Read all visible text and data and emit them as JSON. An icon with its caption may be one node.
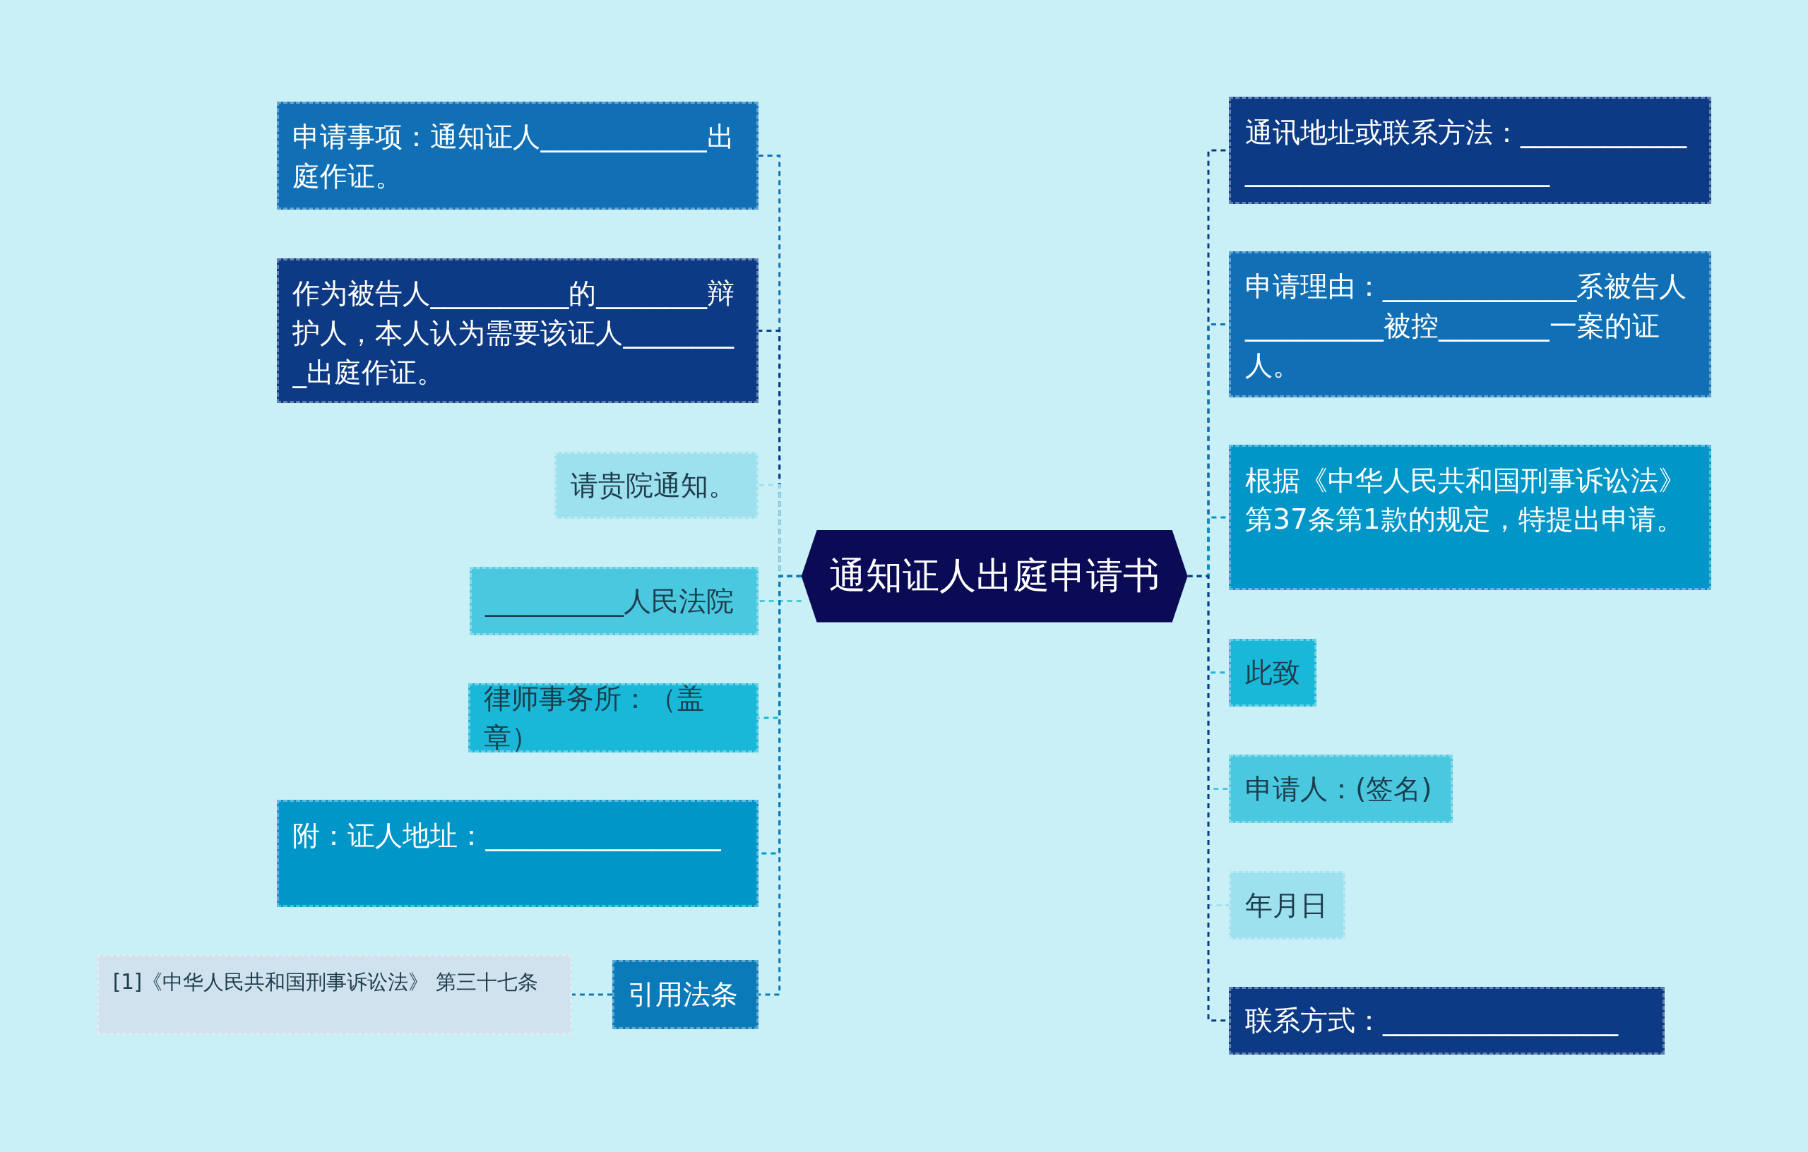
{
  "diagram": {
    "nodes": [
      {
        "text": [
          "通知证人出庭申请书"
        ]
      },
      {
        "text": [
          "申请事项：通知证人____________出庭作证。"
        ]
      },
      {
        "text": [
          "作为被告人__________的________辩护人，本人认为需要该证人_________出庭作证。"
        ]
      },
      {
        "text": [
          "请贵院通知。"
        ]
      },
      {
        "text": [
          "__________人民法院"
        ]
      },
      {
        "text": [
          "律师事务所：（盖章）"
        ]
      },
      {
        "text": [
          "附：证人地址：_________________"
        ]
      },
      {
        "text": [
          "引用法条"
        ]
      },
      {
        "text": [
          "[1]《中华人民共和国刑事诉讼法》 第三十七条"
        ]
      },
      {
        "text": [
          "通讯地址或联系方法：__________________________________"
        ]
      },
      {
        "text": [
          "申请理由：______________系被告人__________被控________一案的证人。"
        ]
      },
      {
        "text": [
          "根据《中华人民共和国刑事诉讼法》第37条第1款的规定，特提出申请。"
        ]
      },
      {
        "text": [
          "此致"
        ]
      },
      {
        "text": [
          "申请人：(签名)"
        ]
      },
      {
        "text": [
          "年月日"
        ]
      },
      {
        "text": [
          "联系方式：_________________"
        ]
      }
    ],
    "edges": [
      {
        "from": 0,
        "to": 1,
        "arrow": "none",
        "style": "dashed",
        "color": "#1170b5"
      },
      {
        "from": 0,
        "to": 2,
        "arrow": "none",
        "style": "dashed",
        "color": "#0d3a85"
      },
      {
        "from": 0,
        "to": 3,
        "arrow": "none",
        "style": "dashed",
        "color": "#9de0ee"
      },
      {
        "from": 0,
        "to": 4,
        "arrow": "none",
        "style": "dashed",
        "color": "#4ac8e0"
      },
      {
        "from": 0,
        "to": 5,
        "arrow": "none",
        "style": "dashed",
        "color": "#1ab8d8"
      },
      {
        "from": 0,
        "to": 6,
        "arrow": "none",
        "style": "dashed",
        "color": "#0096c8"
      },
      {
        "from": 0,
        "to": 7,
        "arrow": "none",
        "style": "dashed",
        "color": "#0a7ab8"
      },
      {
        "from": 7,
        "to": 8,
        "arrow": "none",
        "style": "dashed",
        "color": "#0a7ab8"
      },
      {
        "from": 0,
        "to": 9,
        "arrow": "none",
        "style": "dashed",
        "color": "#0d3a85"
      },
      {
        "from": 0,
        "to": 10,
        "arrow": "none",
        "style": "dashed",
        "color": "#1170b5"
      },
      {
        "from": 0,
        "to": 11,
        "arrow": "none",
        "style": "dashed",
        "color": "#0096c8"
      },
      {
        "from": 0,
        "to": 12,
        "arrow": "none",
        "style": "dashed",
        "color": "#1ab8d8"
      },
      {
        "from": 0,
        "to": 13,
        "arrow": "none",
        "style": "dashed",
        "color": "#4ac8e0"
      },
      {
        "from": 0,
        "to": 14,
        "arrow": "none",
        "style": "dashed",
        "color": "#9de0ee"
      },
      {
        "from": 0,
        "to": 15,
        "arrow": "none",
        "style": "dashed",
        "color": "#0d3a85"
      }
    ]
  }
}
